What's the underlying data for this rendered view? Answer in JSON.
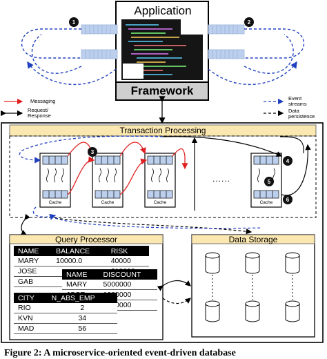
{
  "application": {
    "title": "Application"
  },
  "framework": {
    "title": "Framework"
  },
  "legend": {
    "messaging": "Messaging",
    "request_response": "Request/ Response",
    "event_streams": "Event streams",
    "data_persistence": "Data persistence"
  },
  "badges": [
    "1",
    "2",
    "3",
    "4",
    "5",
    "6"
  ],
  "transaction_processing": {
    "title": "Transaction Processing",
    "cache_label": "Cache",
    "ellipsis": "......"
  },
  "query_processor": {
    "title": "Query Processor"
  },
  "data_storage": {
    "title": "Data Storage"
  },
  "tables": {
    "accounts": {
      "headers": [
        "NAME",
        "BALANCE",
        "RISK"
      ],
      "rows": [
        [
          "MARY",
          "10000.0",
          "40000"
        ],
        [
          "JOSE",
          "",
          "210000"
        ],
        [
          "GAB",
          "",
          ""
        ]
      ]
    },
    "discounts": {
      "headers": [
        "NAME",
        "DISCOUNT"
      ],
      "rows": [
        [
          "MARY",
          "5000000"
        ],
        [
          "JOSE",
          "1000000"
        ],
        [
          "",
          "2000000"
        ]
      ]
    },
    "cities": {
      "headers": [
        "CITY",
        "N_ABS_EMP"
      ],
      "rows": [
        [
          "RIO",
          "2"
        ],
        [
          "KVN",
          "34"
        ],
        [
          "MAD",
          "56"
        ]
      ]
    }
  },
  "caption": "Figure 2: A microservice-oriented event-driven database",
  "colors": {
    "messaging": "#e02020",
    "event_stream": "#2040c0",
    "band_fill": "#fbe7b0",
    "framework_fill": "#cfcfcf",
    "queue_fill": "#bcd0ee"
  }
}
